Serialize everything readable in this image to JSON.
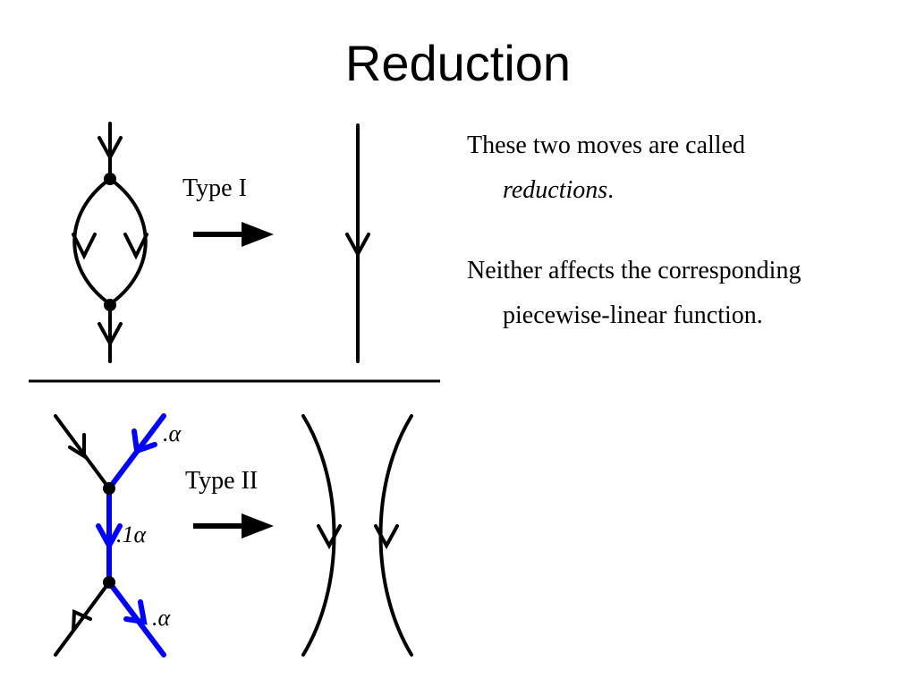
{
  "slide": {
    "title": "Reduction"
  },
  "diagram": {
    "type1_label": "Type I",
    "type2_label": "Type II",
    "weight_top": ".α",
    "weight_middle": ".1α",
    "weight_bottom": ".α",
    "colors": {
      "ink": "#000000",
      "highlight": "#0000ff"
    }
  },
  "text": {
    "para1_lead": "These two moves are called",
    "para1_em": "reductions",
    "para1_tail": ".",
    "para2": "Neither affects the corresponding piecewise-linear function."
  }
}
